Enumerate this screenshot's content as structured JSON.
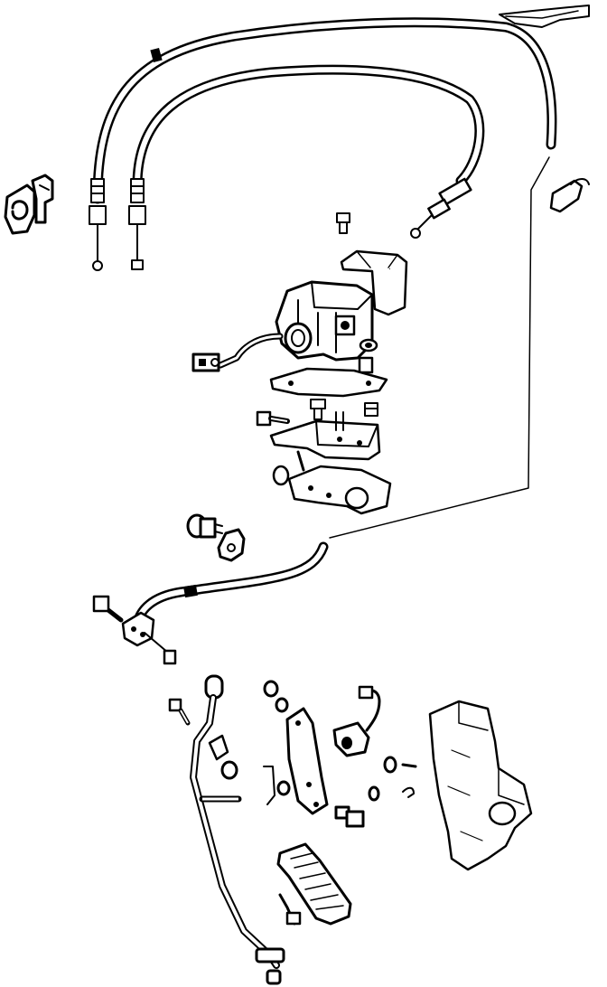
{
  "diagram": {
    "kind": "exploded-parts-drawing",
    "colors": {
      "ink": "#000000",
      "paper": "#ffffff"
    },
    "parts": [
      {
        "name": "cable-mount-bracket-top"
      },
      {
        "name": "outer-throttle-cable"
      },
      {
        "name": "inner-throttle-cable"
      },
      {
        "name": "cable-end-fittings"
      },
      {
        "name": "cable-clamp-left"
      },
      {
        "name": "cable-clip-right"
      },
      {
        "name": "cable-end-right"
      },
      {
        "name": "actuator-cover"
      },
      {
        "name": "cruise-actuator-motor"
      },
      {
        "name": "actuator-connector-lead"
      },
      {
        "name": "actuator-gasket-plate"
      },
      {
        "name": "actuator-mount-bracket"
      },
      {
        "name": "lower-bracket-plate"
      },
      {
        "name": "bolts-and-nuts"
      },
      {
        "name": "pedal-cable"
      },
      {
        "name": "pedal-cable-flange"
      },
      {
        "name": "sensor-switch"
      },
      {
        "name": "cable-clip-mid"
      },
      {
        "name": "accelerator-pedal-arm"
      },
      {
        "name": "pedal-pivot-bracket"
      },
      {
        "name": "pedal-switch-assembly"
      },
      {
        "name": "accelerator-pedal-pad"
      },
      {
        "name": "pedal-housing-cover"
      }
    ]
  }
}
